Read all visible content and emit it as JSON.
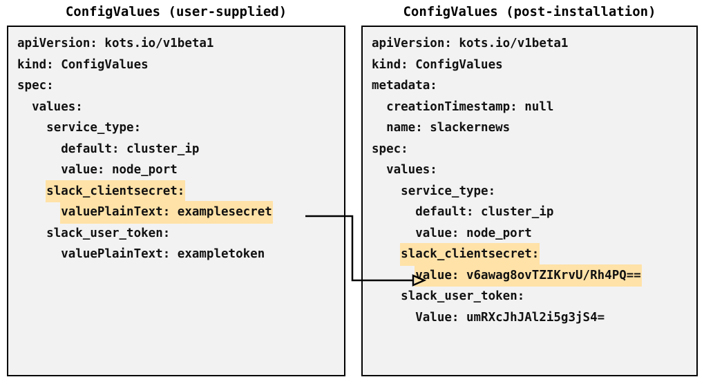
{
  "panels": {
    "left": {
      "title": "ConfigValues (user-supplied)",
      "lines": [
        {
          "text": "apiVersion: kots.io/v1beta1",
          "highlight": false
        },
        {
          "text": "kind: ConfigValues",
          "highlight": false
        },
        {
          "text": "spec:",
          "highlight": false
        },
        {
          "text": "  values:",
          "highlight": false
        },
        {
          "text": "    service_type:",
          "highlight": false
        },
        {
          "text": "      default: cluster_ip",
          "highlight": false
        },
        {
          "text": "      value: node_port",
          "highlight": false
        },
        {
          "text": "    slack_clientsecret:",
          "highlight": true
        },
        {
          "text": "      valuePlainText: examplesecret",
          "highlight": true
        },
        {
          "text": "    slack_user_token:",
          "highlight": false
        },
        {
          "text": "      valuePlainText: exampletoken",
          "highlight": false
        }
      ]
    },
    "right": {
      "title": "ConfigValues (post-installation)",
      "lines": [
        {
          "text": "apiVersion: kots.io/v1beta1",
          "highlight": false
        },
        {
          "text": "kind: ConfigValues",
          "highlight": false
        },
        {
          "text": "metadata:",
          "highlight": false
        },
        {
          "text": "  creationTimestamp: null",
          "highlight": false
        },
        {
          "text": "  name: slackernews",
          "highlight": false
        },
        {
          "text": "spec:",
          "highlight": false
        },
        {
          "text": "  values:",
          "highlight": false
        },
        {
          "text": "    service_type:",
          "highlight": false
        },
        {
          "text": "      default: cluster_ip",
          "highlight": false
        },
        {
          "text": "      value: node_port",
          "highlight": false
        },
        {
          "text": "    slack_clientsecret:",
          "highlight": true
        },
        {
          "text": "      value: v6awag8ovTZIKrvU/Rh4PQ==",
          "highlight": true
        },
        {
          "text": "    slack_user_token:",
          "highlight": false
        },
        {
          "text": "      Value: umRXcJhJAl2i5g3jS4=",
          "highlight": false
        }
      ]
    }
  },
  "connector": {
    "label": "",
    "from_line": "      valuePlainText: examplesecret",
    "to_line": "      value: v6awag8ovTZIKrvU/Rh4PQ=="
  },
  "colors": {
    "highlight": "#ffe2a8",
    "panel_background": "#f2f2f2",
    "panel_border": "#000000",
    "text": "#111111",
    "page_background": "#ffffff"
  }
}
